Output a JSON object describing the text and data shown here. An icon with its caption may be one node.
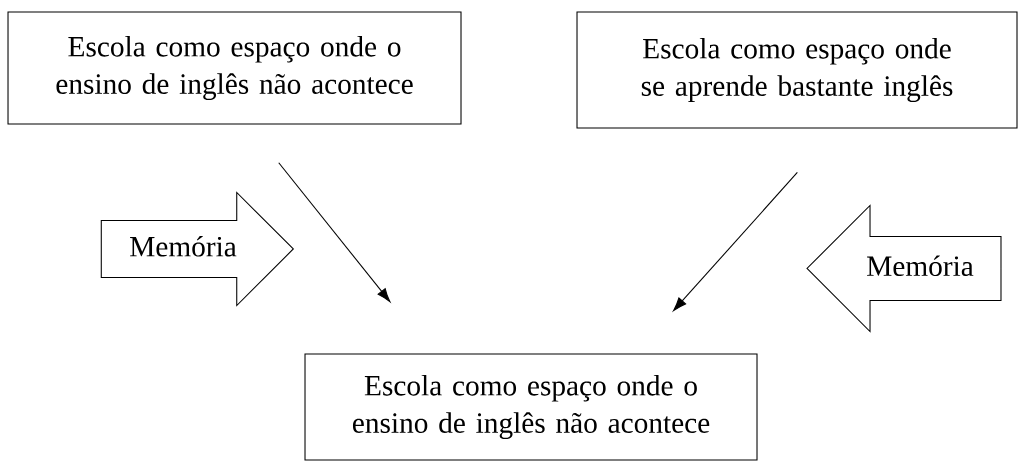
{
  "diagram": {
    "nodes": [
      {
        "text": [
          "Escola como espaço onde o ensino de inglês não acontece"
        ]
      },
      {
        "text": [
          "Escola como espaço onde se aprende bastante inglês"
        ]
      },
      {
        "text": [
          "Memória"
        ]
      },
      {
        "text": [
          "Memória"
        ]
      },
      {
        "text": [
          "Escola como espaço onde o ensino de inglês não acontece"
        ]
      }
    ],
    "edges": [
      {
        "from": 0,
        "to": 4,
        "arrow": "to"
      },
      {
        "from": 1,
        "to": 4,
        "arrow": "to"
      }
    ]
  }
}
